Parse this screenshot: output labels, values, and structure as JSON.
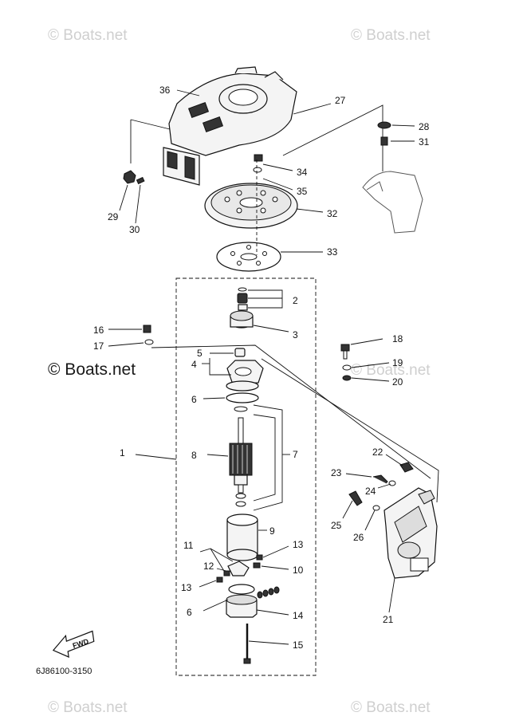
{
  "watermarks": {
    "top_left": "© Boats.net",
    "top_right": "© Boats.net",
    "middle_left": "© Boats.net",
    "middle_right": "© Boats.net",
    "bottom_left": "© Boats.net",
    "bottom_right": "© Boats.net"
  },
  "diagram_code": "6J86100-3150",
  "fwd_label": "FWD",
  "callouts": {
    "c1": "1",
    "c2": "2",
    "c3": "3",
    "c4": "4",
    "c5": "5",
    "c6a": "6",
    "c6b": "6",
    "c7": "7",
    "c8": "8",
    "c9": "9",
    "c10": "10",
    "c11": "11",
    "c12": "12",
    "c13a": "13",
    "c13b": "13",
    "c14": "14",
    "c15": "15",
    "c16": "16",
    "c17": "17",
    "c18": "18",
    "c19": "19",
    "c20": "20",
    "c21": "21",
    "c22": "22",
    "c23": "23",
    "c24": "24",
    "c25": "25",
    "c26": "26",
    "c27": "27",
    "c28": "28",
    "c29": "29",
    "c30": "30",
    "c31": "31",
    "c32": "32",
    "c33": "33",
    "c34": "34",
    "c35": "35",
    "c36": "36"
  }
}
